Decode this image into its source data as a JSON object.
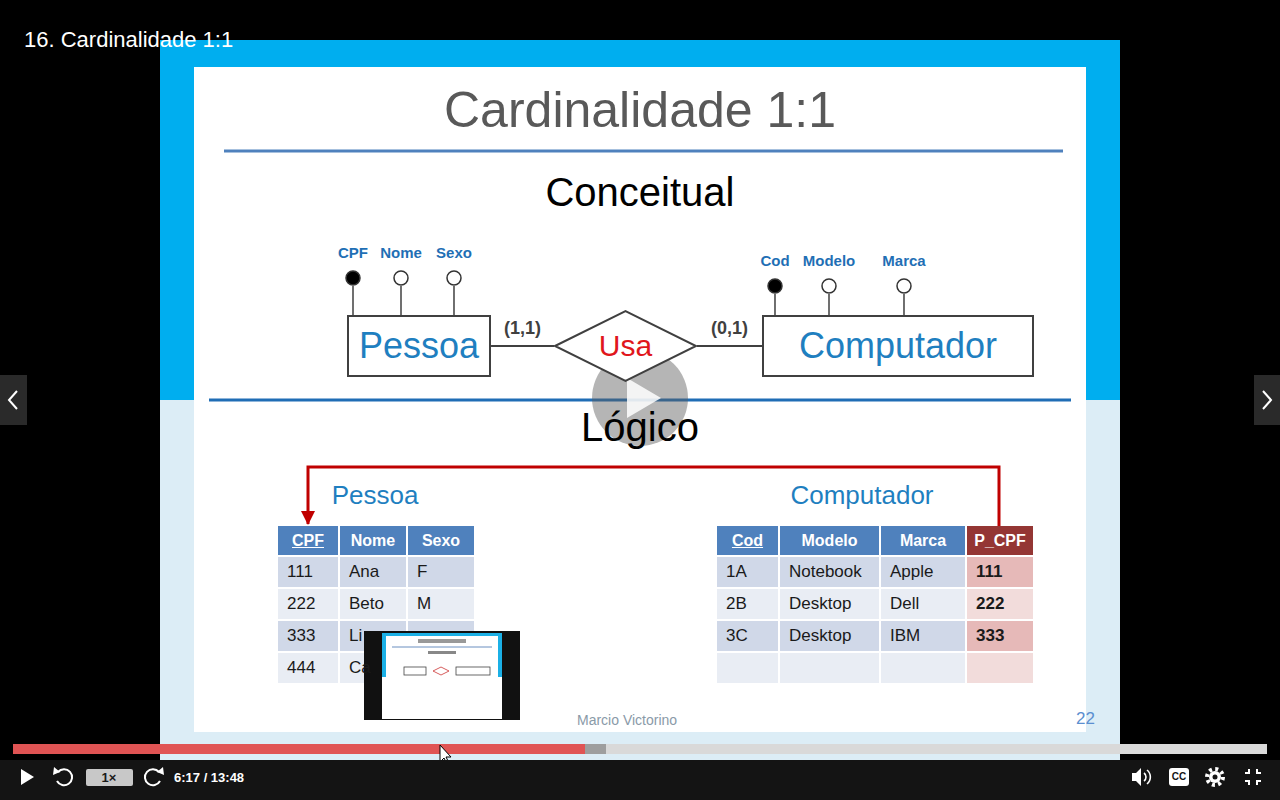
{
  "diagram": {
    "title": "Cardinalidade 1:1",
    "nodes": [
      {
        "text": [
          "CPF"
        ]
      },
      {
        "text": [
          "Nome"
        ]
      },
      {
        "text": [
          "Sexo"
        ]
      },
      {
        "text": [
          "Cod"
        ]
      },
      {
        "text": [
          "Modelo"
        ]
      },
      {
        "text": [
          "Marca"
        ]
      },
      {
        "text": [
          "Pessoa"
        ]
      },
      {
        "text": [
          "Usa"
        ]
      },
      {
        "text": [
          "Computador"
        ]
      },
      {
        "text": [
          "Pessoa"
        ]
      },
      {
        "text": [
          "Computador"
        ]
      }
    ],
    "edges": [
      {
        "from": 0,
        "to": 6,
        "arrow": "none"
      },
      {
        "from": 1,
        "to": 6,
        "arrow": "none"
      },
      {
        "from": 2,
        "to": 6,
        "arrow": "none"
      },
      {
        "from": 3,
        "to": 8,
        "arrow": "none"
      },
      {
        "from": 4,
        "to": 8,
        "arrow": "none"
      },
      {
        "from": 5,
        "to": 8,
        "arrow": "none"
      },
      {
        "from": 6,
        "to": 7,
        "label": "(1,1)",
        "arrow": "none"
      },
      {
        "from": 7,
        "to": 8,
        "label": "(0,1)",
        "arrow": "none"
      },
      {
        "from": 10,
        "to": 9,
        "arrow": "to"
      }
    ],
    "labels": [
      "16. Cardinalidade 1:1",
      "Conceitual",
      "Lógico",
      "CPF",
      "Nome",
      "Sexo",
      "111",
      "Ana",
      "F",
      "222",
      "Beto",
      "M",
      "333",
      "Li",
      "444",
      "Ca",
      "Cod",
      "Modelo",
      "Marca",
      "P_CPF",
      "1A",
      "Notebook",
      "Apple",
      "111",
      "2B",
      "Desktop",
      "Dell",
      "222",
      "3C",
      "Desktop",
      "IBM",
      "333",
      "Marcio Victorino",
      "22",
      "1×",
      "6:17 / 13:48",
      "CC"
    ]
  }
}
